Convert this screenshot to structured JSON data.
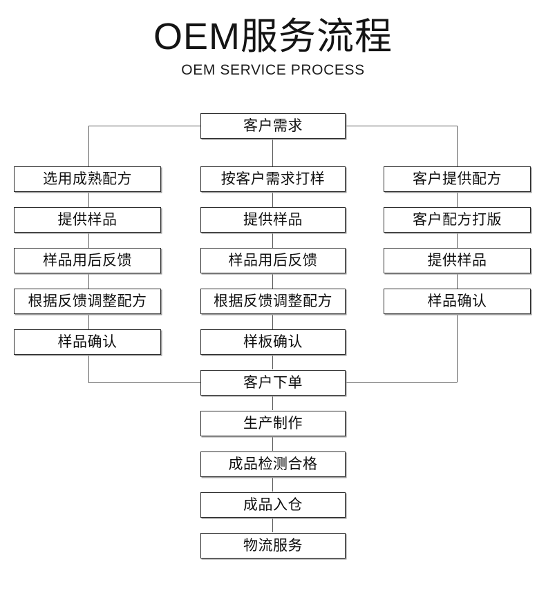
{
  "header": {
    "title": "OEM服务流程",
    "subtitle": "OEM SERVICE PROCESS"
  },
  "colors": {
    "background": "#ffffff",
    "box_border": "#2b2b2b",
    "box_shadow": "#9a9a9a",
    "connector": "#585858",
    "text": "#0f0f0f"
  },
  "flow": {
    "start": {
      "label": "客户需求"
    },
    "branches": [
      {
        "name": "mature-formula-branch",
        "steps": [
          {
            "label": "选用成熟配方"
          },
          {
            "label": "提供样品"
          },
          {
            "label": "样品用后反馈"
          },
          {
            "label": "根据反馈调整配方"
          },
          {
            "label": "样品确认"
          }
        ]
      },
      {
        "name": "customer-requirement-sampling-branch",
        "steps": [
          {
            "label": "按客户需求打样"
          },
          {
            "label": "提供样品"
          },
          {
            "label": "样品用后反馈"
          },
          {
            "label": "根据反馈调整配方"
          },
          {
            "label": "样板确认"
          }
        ]
      },
      {
        "name": "customer-formula-branch",
        "steps": [
          {
            "label": "客户提供配方"
          },
          {
            "label": "客户配方打版"
          },
          {
            "label": "提供样品"
          },
          {
            "label": "样品确认"
          }
        ]
      }
    ],
    "tail": [
      {
        "label": "客户下单"
      },
      {
        "label": "生产制作"
      },
      {
        "label": "成品检测合格"
      },
      {
        "label": "成品入仓"
      },
      {
        "label": "物流服务"
      }
    ]
  }
}
